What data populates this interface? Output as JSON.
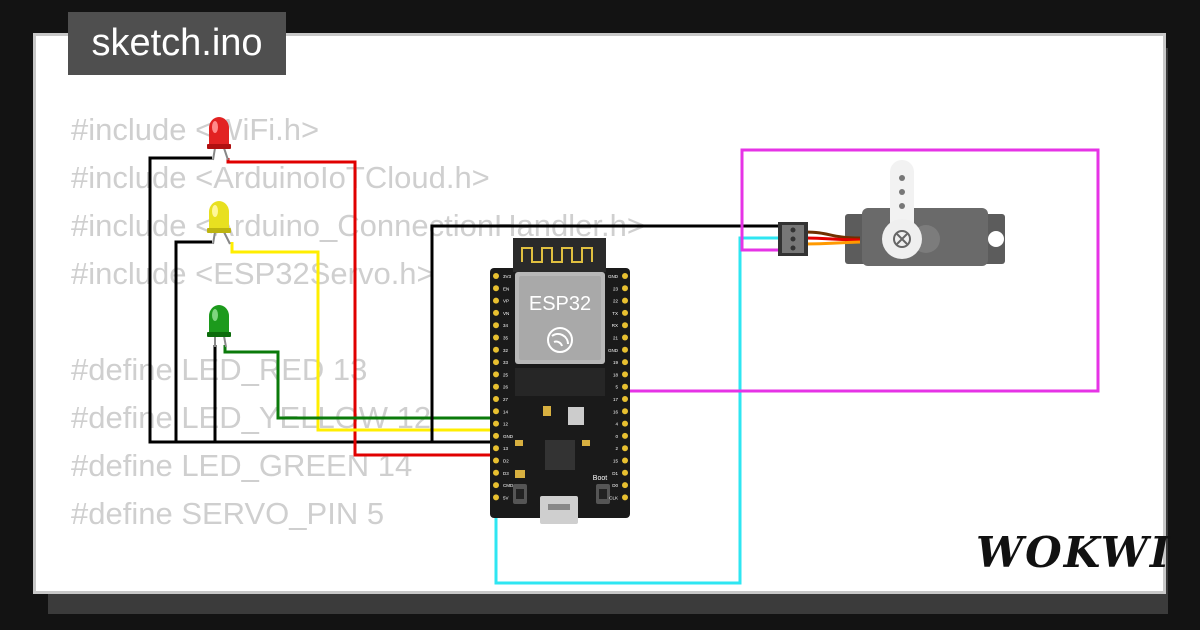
{
  "title_tab": "sketch.ino",
  "code_lines": [
    "#include <WiFi.h>",
    "#include <ArduinoIoTCloud.h>",
    "#include <Arduino_ConnectionHandler.h>",
    "#include <ESP32Servo.h>",
    "",
    "#define LED_RED 13",
    "#define LED_YELLOW 12",
    "#define LED_GREEN 14",
    "#define SERVO_PIN 5"
  ],
  "board": {
    "chip_label": "ESP32",
    "boot_label": "Boot",
    "left_pins": [
      "3V3",
      "EN",
      "VP",
      "VN",
      "34",
      "35",
      "32",
      "33",
      "25",
      "26",
      "27",
      "14",
      "12",
      "GND",
      "13",
      "D2",
      "D3",
      "CMD",
      "5V"
    ],
    "right_pins": [
      "GND",
      "23",
      "22",
      "TX",
      "RX",
      "21",
      "GND",
      "19",
      "18",
      "5",
      "17",
      "16",
      "4",
      "0",
      "2",
      "15",
      "D1",
      "D0",
      "CLK"
    ]
  },
  "brand": "WOKWI",
  "colors": {
    "background": "#131313",
    "card": "#ffffff",
    "wire_red": "#e00000",
    "wire_yellow": "#ffee00",
    "wire_green": "#0a7a0a",
    "wire_black": "#000000",
    "wire_cyan": "#2ee6f2",
    "wire_magenta": "#e633e6"
  }
}
